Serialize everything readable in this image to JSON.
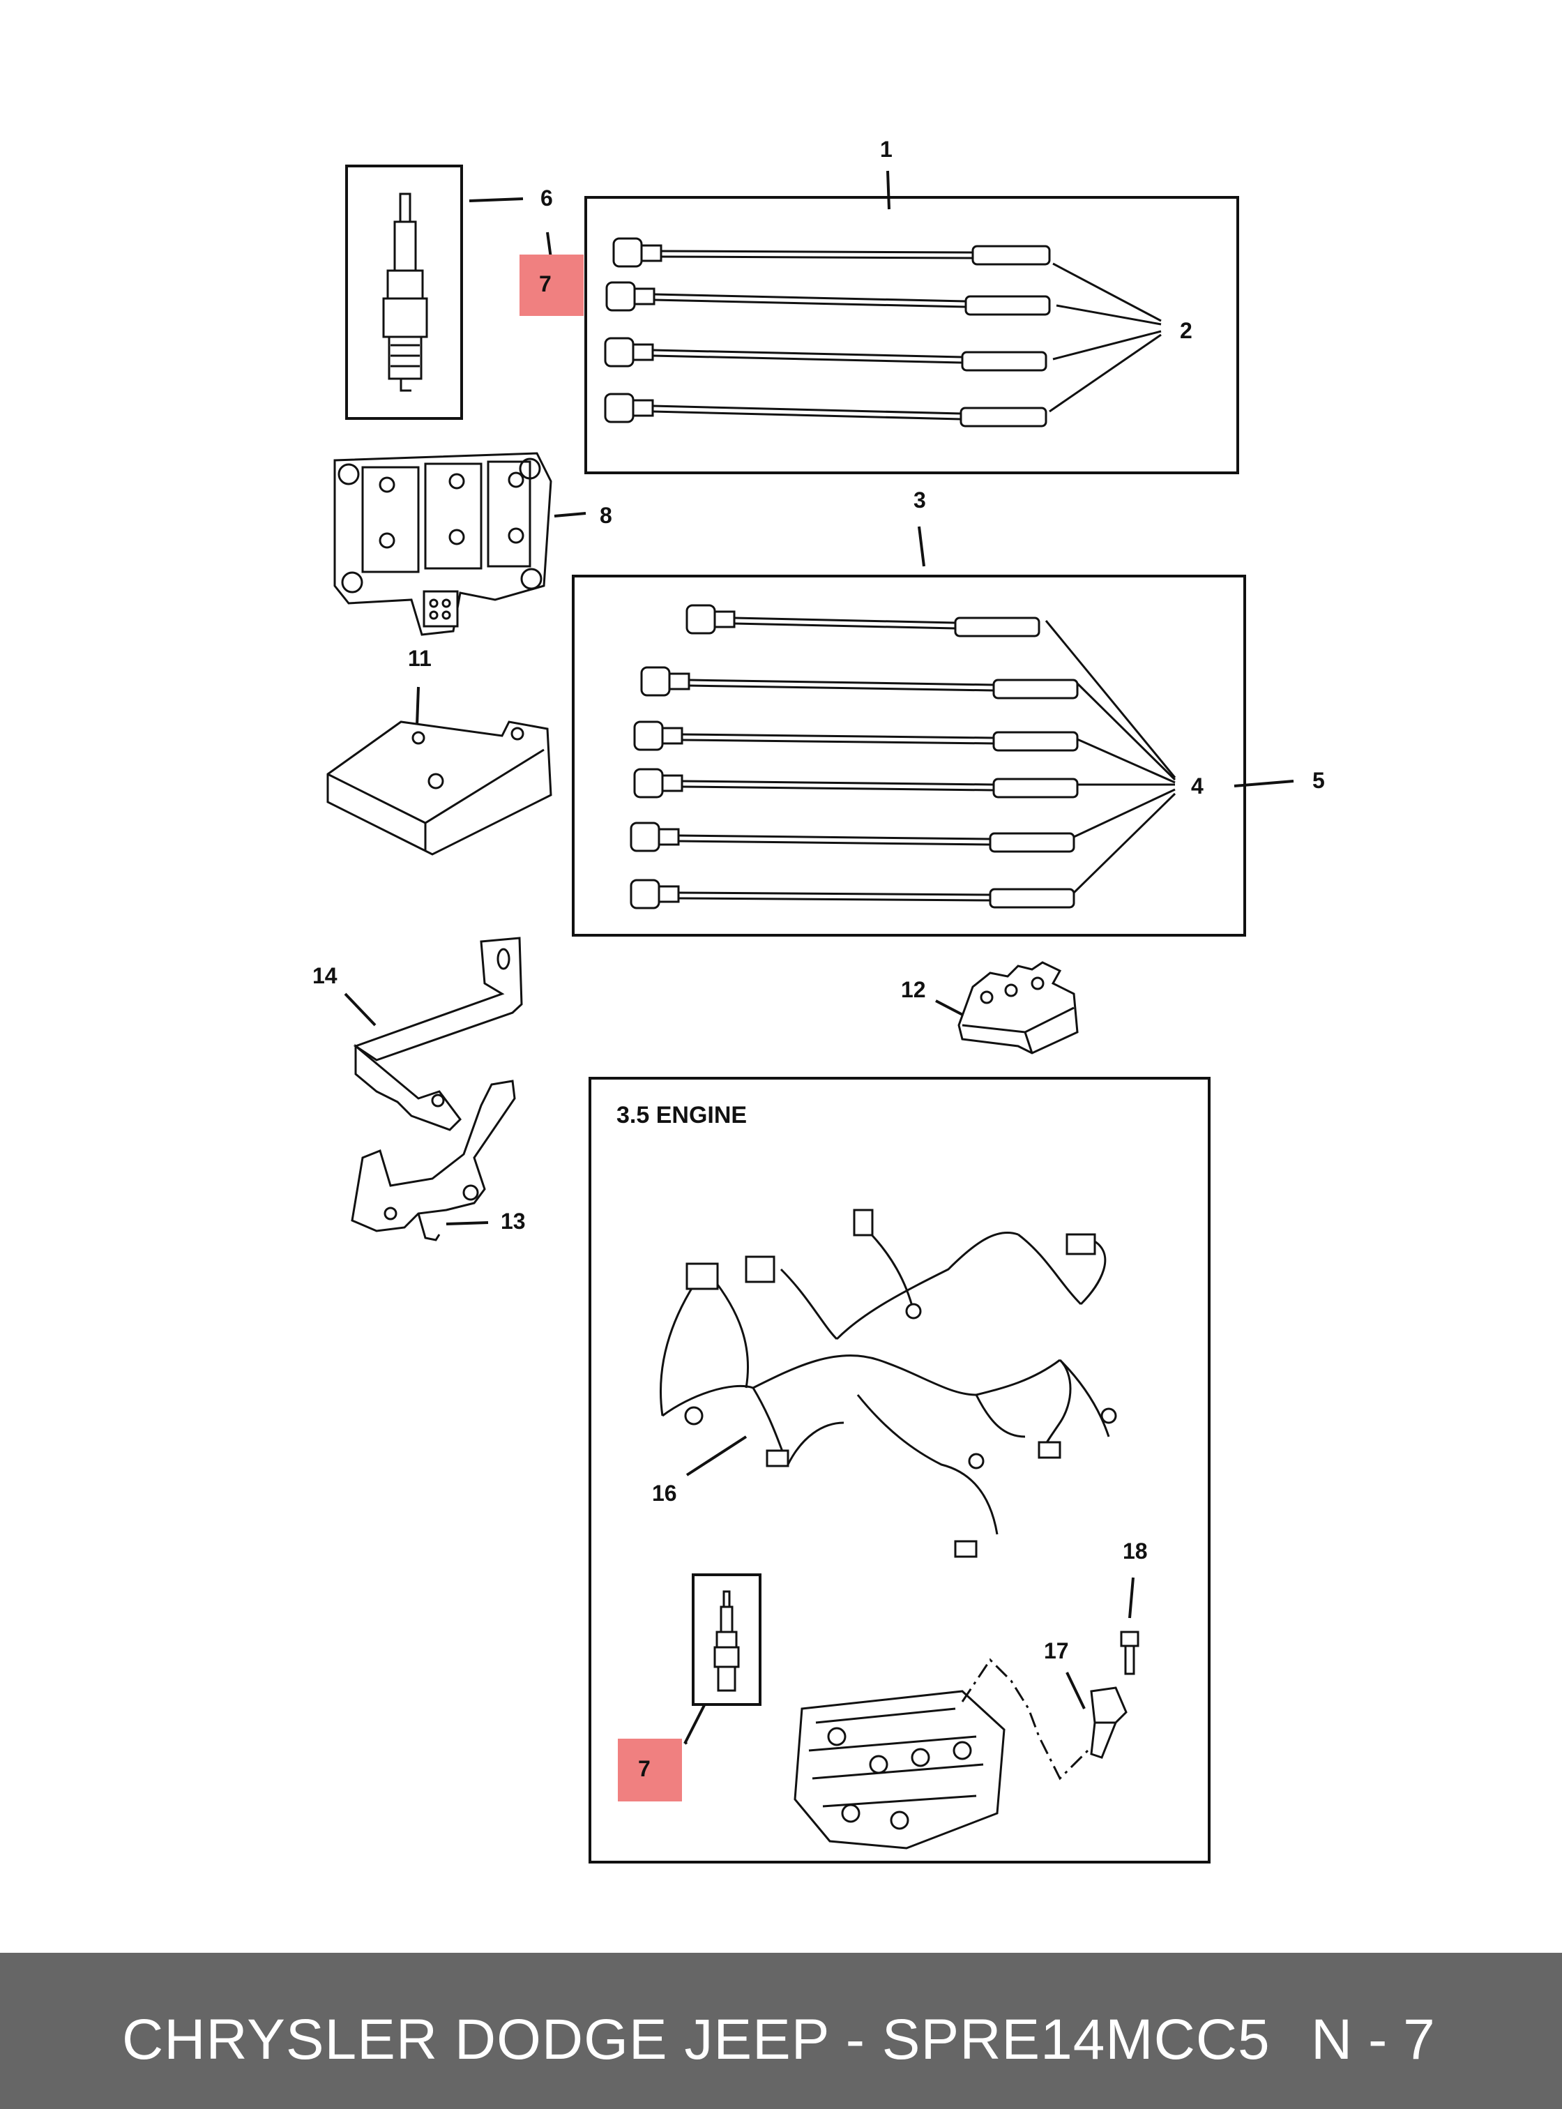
{
  "callouts": {
    "c1": "1",
    "c2": "2",
    "c3": "3",
    "c4": "4",
    "c5": "5",
    "c6": "6",
    "c7_top": "7",
    "c7_bottom": "7",
    "c8": "8",
    "c11": "11",
    "c12": "12",
    "c13": "13",
    "c14": "14",
    "c16": "16",
    "c17": "17",
    "c18": "18"
  },
  "engine_box_title": "3.5  ENGINE",
  "highlight_color": "#f08080",
  "footer": {
    "title": "CHRYSLER DODGE JEEP - SPRE14MCC5",
    "page": "N - 7"
  }
}
